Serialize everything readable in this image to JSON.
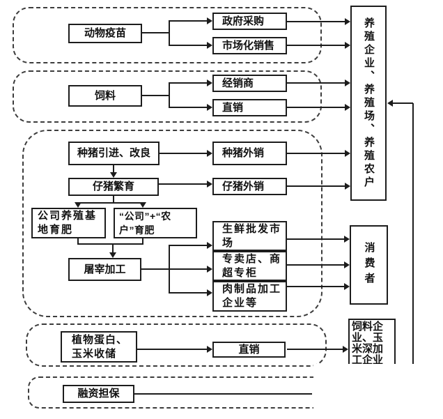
{
  "nodes": {
    "animal_vaccine": "动物疫苗",
    "gov_procurement": "政府采购",
    "market_sales": "市场化销售",
    "feed": "饲料",
    "distributor": "经销商",
    "direct_sales_feed": "直销",
    "breeders_group": "养殖企业、养殖场、养殖农户",
    "breeding_pig_intro": "种猪引进、改良",
    "breeding_pig_sales": "种猪外销",
    "piglet_breeding": "仔猪繁育",
    "piglet_sales": "仔猪外销",
    "company_base_fattening": "公司养殖基地育肥",
    "company_farmer_fattening": "“公司”+“农户”育肥",
    "slaughter_processing": "屠宰加工",
    "fresh_wholesale_market": "生鲜批发市场",
    "specialty_store": "专卖店、商超专柜",
    "meat_processing": "肉制品加工企业等",
    "consumers": "消费者",
    "plant_protein_corn": "植物蛋白、玉米收储",
    "direct_sales_corn": "直销",
    "feed_corn_enterprises": "饲料企业、玉米深加工企业",
    "financing_guarantee": "融资担保"
  },
  "edges": [
    {
      "from": "动物疫苗",
      "to": "政府采购"
    },
    {
      "from": "动物疫苗",
      "to": "市场化销售"
    },
    {
      "from": "政府采购",
      "to": "养殖企业、养殖场、养殖农户"
    },
    {
      "from": "市场化销售",
      "to": "养殖企业、养殖场、养殖农户"
    },
    {
      "from": "饲料",
      "to": "经销商"
    },
    {
      "from": "饲料",
      "to": "直销"
    },
    {
      "from": "经销商",
      "to": "养殖企业、养殖场、养殖农户"
    },
    {
      "from": "直销",
      "to": "养殖企业、养殖场、养殖农户"
    },
    {
      "from": "种猪引进、改良",
      "to": "种猪外销"
    },
    {
      "from": "种猪引进、改良",
      "to": "仔猪繁育"
    },
    {
      "from": "种猪外销",
      "to": "养殖企业、养殖场、养殖农户"
    },
    {
      "from": "仔猪繁育",
      "to": "仔猪外销"
    },
    {
      "from": "仔猪外销",
      "to": "养殖企业、养殖场、养殖农户"
    },
    {
      "from": "仔猪繁育",
      "to": "公司养殖基地育肥"
    },
    {
      "from": "仔猪繁育",
      "to": "“公司”+“农户”育肥"
    },
    {
      "from": "公司养殖基地育肥",
      "to": "屠宰加工"
    },
    {
      "from": "“公司”+“农户”育肥",
      "to": "屠宰加工"
    },
    {
      "from": "屠宰加工",
      "to": "生鲜批发市场"
    },
    {
      "from": "屠宰加工",
      "to": "专卖店、商超专柜"
    },
    {
      "from": "屠宰加工",
      "to": "肉制品加工企业等"
    },
    {
      "from": "生鲜批发市场",
      "to": "消费者"
    },
    {
      "from": "专卖店、商超专柜",
      "to": "消费者"
    },
    {
      "from": "肉制品加工企业等",
      "to": "消费者"
    },
    {
      "from": "植物蛋白、玉米收储",
      "to": "直销"
    },
    {
      "from": "直销",
      "to": "饲料企业、玉米深加工企业"
    }
  ],
  "colors": {
    "line": "#1c1c1c",
    "box_border": "#1c1c1c",
    "dashed_border": "#3c3c3c",
    "background": "#ffffff"
  }
}
